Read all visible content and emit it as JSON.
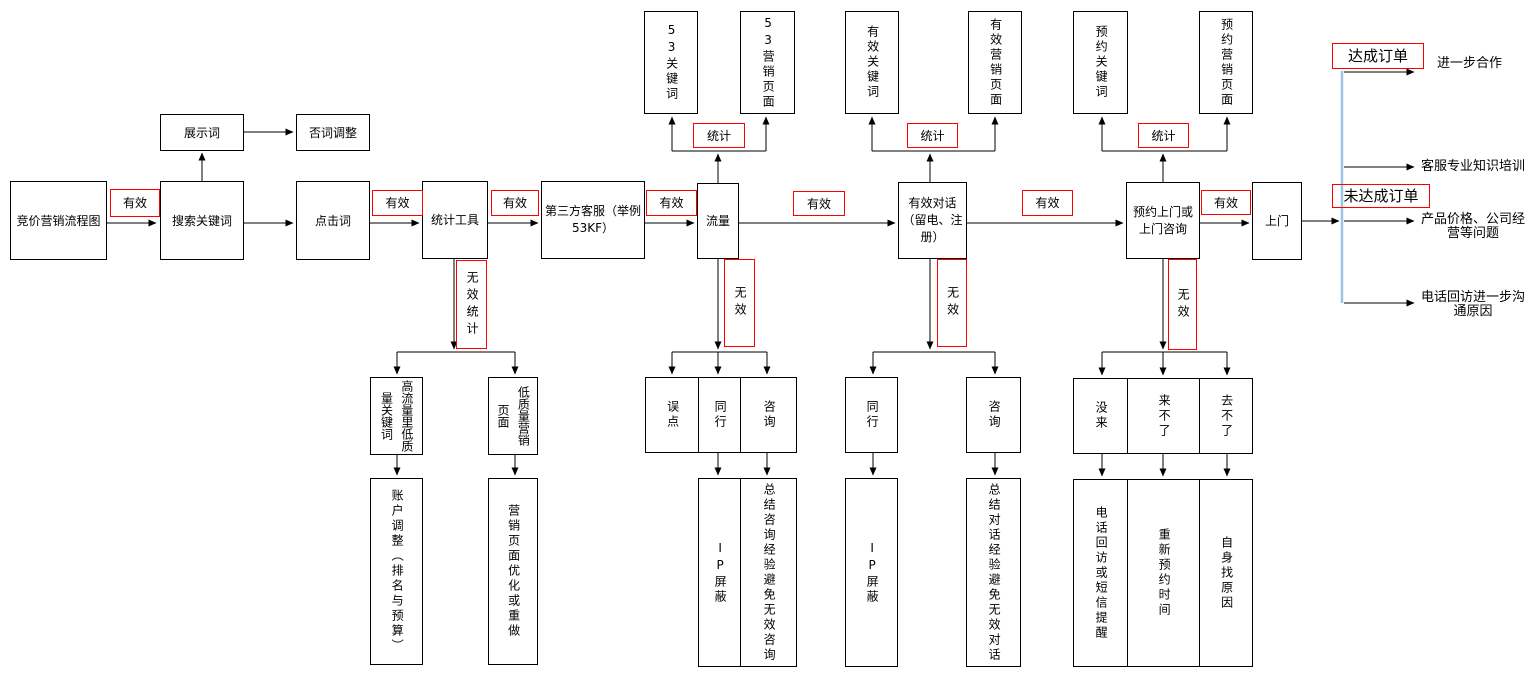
{
  "title": "竞价营销流程图",
  "colors": {
    "red_accent": "#FF0000",
    "connector_blue": "#9DC3E6",
    "line_black": "#000000",
    "background": "#FFFFFF"
  },
  "nodes": {
    "source": "竞价营销流程图",
    "display_words": "展示词",
    "negative_adjust": "否词调整",
    "search_keywords": "搜索关键词",
    "click_words": "点击词",
    "stats_tool": "统计工具",
    "third_party_cs": "第三方客服（举例\n53KF）",
    "traffic": "流量",
    "valid_dialog": "有效对话\n（留电、注\n册）",
    "appointment": "预约上门或\n上门咨询",
    "visit": "上门"
  },
  "labels": {
    "valid": "有效",
    "invalid": "无效",
    "invalid_stats": "无效统计",
    "stats": "统计",
    "order_done": "达成订单",
    "order_not_done": "未达成订单"
  },
  "top_boxes": {
    "kf53_keywords": "53关键词",
    "kf53_pages": "53营销页面",
    "valid_keywords": "有效关键词",
    "valid_pages": "有效营销页面",
    "appt_keywords": "预约关键词",
    "appt_pages": "预约营销页面"
  },
  "stats_branch": {
    "high_traffic_low_quality": "高流量里低质量关键词",
    "low_quality_pages": "低质量营销页面",
    "account_adjust": "账户调整（排名与预算）",
    "page_optimize": "营销页面优化或重做"
  },
  "traffic_branch": {
    "misclick": "误点",
    "competitor": "同行",
    "inquiry": "咨询",
    "ip_block": "IP屏蔽",
    "summary": "总结咨询经验避免无效咨询"
  },
  "dialog_branch": {
    "competitor": "同行",
    "inquiry": "咨询",
    "ip_block": "IP屏蔽",
    "summary": "总结对话经验避免无效对话"
  },
  "visit_branch": {
    "no_show": "没来",
    "cannot_come": "来不了",
    "cannot_go": "去不了",
    "phone_reminder": "电话回访或短信提醒",
    "reschedule": "重新预约时间",
    "self_reason": "自身找原因"
  },
  "outcomes": {
    "cooperation": "进一步合作",
    "training": "客服专业知识培训",
    "price_issue": "产品价格、公司经\n营等问题",
    "callback": "电话回访进一步沟\n通原因"
  }
}
